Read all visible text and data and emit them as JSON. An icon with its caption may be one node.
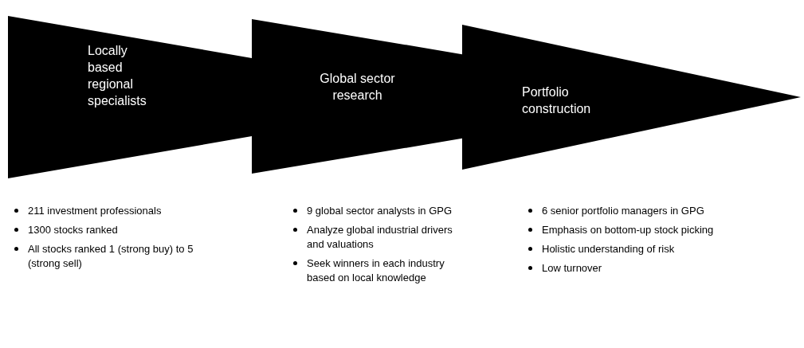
{
  "diagram": {
    "nodes": [
      {
        "text": [
          "Locally based regional specialists"
        ],
        "beside": [
          "211 investment professionals",
          "1300 stocks ranked",
          "All stocks ranked 1 (strong buy) to 5 (strong sell)"
        ]
      },
      {
        "text": [
          "Global sector research"
        ],
        "beside": [
          "9 global sector analysts in GPG",
          "Analyze global industrial drivers and valuations",
          "Seek winners in each industry based on local knowledge"
        ]
      },
      {
        "text": [
          "Portfolio construction"
        ],
        "beside": [
          "6 senior portfolio managers in GPG",
          "Emphasis on bottom-up stock picking",
          "Holistic understanding of risk",
          "Low turnover"
        ]
      }
    ]
  }
}
